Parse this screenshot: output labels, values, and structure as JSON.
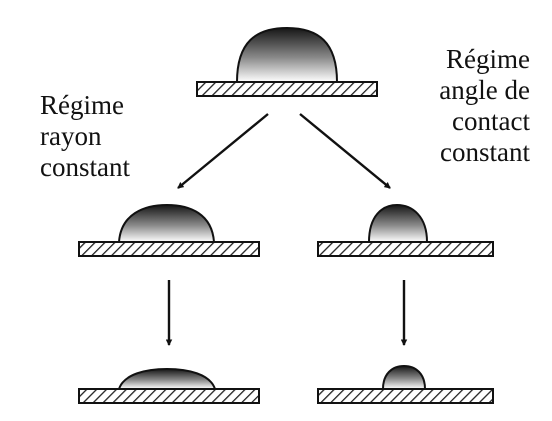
{
  "labels": {
    "left": [
      "Régime",
      "rayon",
      "constant"
    ],
    "right": [
      "Régime",
      "angle de",
      "contact",
      "constant"
    ]
  },
  "colors": {
    "stroke": "#111111",
    "hatch": "#222222",
    "drop_dark": "#161616",
    "drop_light": "#ffffff",
    "substrate_fill": "#ffffff"
  }
}
